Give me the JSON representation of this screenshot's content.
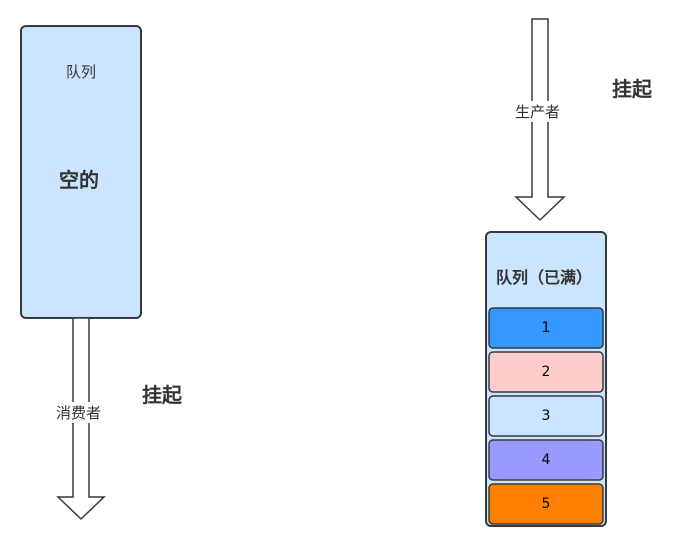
{
  "left": {
    "queue_label": "队列",
    "empty_label": "空的",
    "consumer_label": "消费者",
    "suspend_label": "挂起"
  },
  "right": {
    "producer_label": "生产者",
    "suspend_label": "挂起",
    "queue_label": "队列（已满）",
    "items": [
      {
        "label": "1",
        "color": "#3399ff"
      },
      {
        "label": "2",
        "color": "#ffcccc"
      },
      {
        "label": "3",
        "color": "#cce5ff"
      },
      {
        "label": "4",
        "color": "#9999ff"
      },
      {
        "label": "5",
        "color": "#ff8000"
      }
    ]
  },
  "colors": {
    "queue_fill": "#cce5ff",
    "stroke": "#36393d"
  }
}
